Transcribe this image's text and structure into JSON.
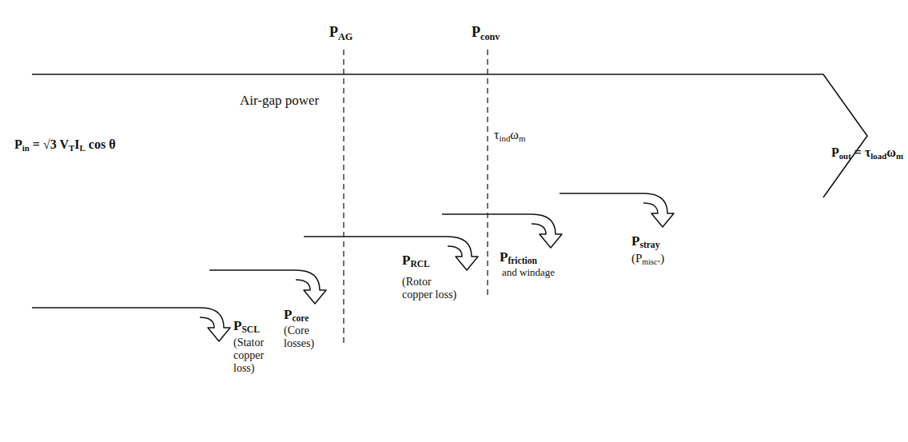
{
  "diagram": {
    "labels": [
      "PAG",
      "Pconv",
      "Air-gap power",
      "Pout = τloadωm",
      "Pin = √3 VTIL cos θ",
      "τindωm",
      "PSCL",
      "(Stator copper loss)",
      "Pcore",
      "(Core losses)",
      "PRCL",
      "(Rotor copper loss)",
      "Pfriction",
      "and windage",
      "Pstray",
      "(Pmisc.)"
    ]
  }
}
